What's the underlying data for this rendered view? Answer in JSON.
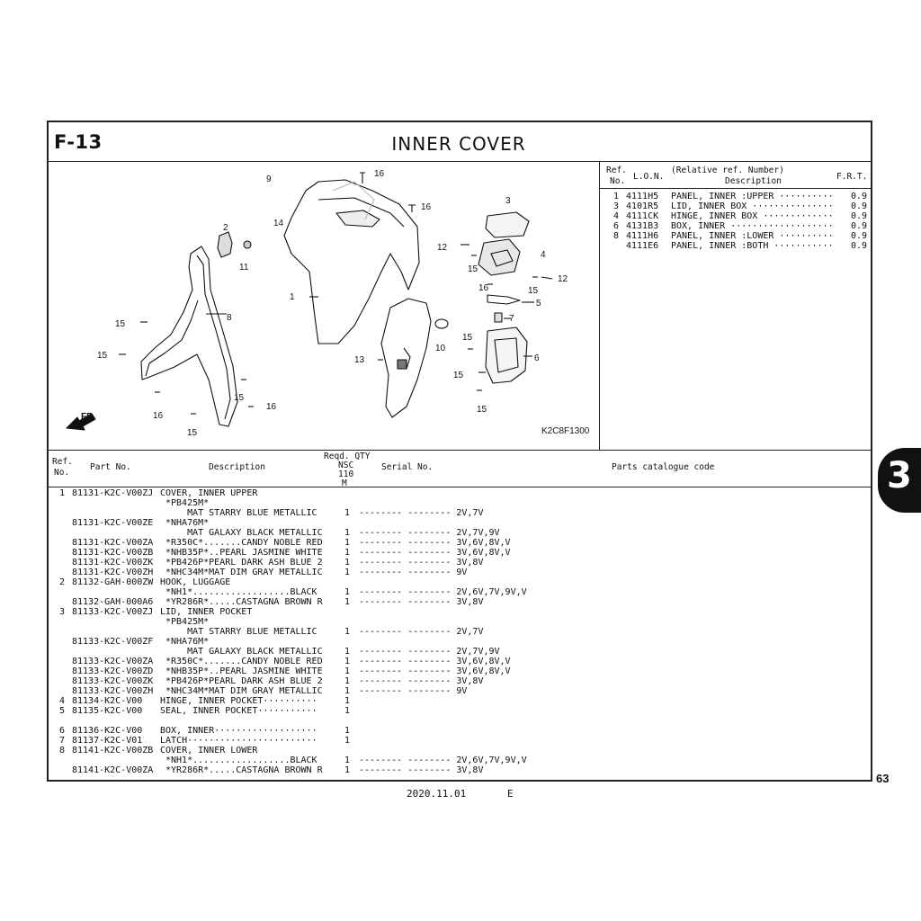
{
  "header": {
    "code": "F-13",
    "title": "INNER COVER"
  },
  "diagram": {
    "image_code": "K2C8F1300",
    "fr_label": "FR.",
    "callouts": [
      "9",
      "16",
      "16",
      "3",
      "2",
      "11",
      "14",
      "12",
      "4",
      "15",
      "15",
      "12",
      "16",
      "5",
      "1",
      "7",
      "15",
      "8",
      "10",
      "15",
      "15",
      "13",
      "6",
      "15",
      "16",
      "16",
      "15",
      "15"
    ]
  },
  "frt": {
    "headers": {
      "ref": "Ref.",
      "no": "No.",
      "lon": "L.O.N.",
      "rel": "(Relative ref. Number)",
      "desc": "Description",
      "frt": "F.R.T."
    },
    "rows": [
      {
        "ref": "1",
        "lon": "4111H5",
        "desc": "PANEL, INNER :UPPER ··········",
        "frt": "0.9"
      },
      {
        "ref": "3",
        "lon": "4101R5",
        "desc": "LID, INNER BOX ···············",
        "frt": "0.9"
      },
      {
        "ref": "4",
        "lon": "4111CK",
        "desc": "HINGE, INNER BOX ·············",
        "frt": "0.9"
      },
      {
        "ref": "6",
        "lon": "4131B3",
        "desc": "BOX, INNER ···················",
        "frt": "0.9"
      },
      {
        "ref": "8",
        "lon": "4111H6",
        "desc": "PANEL, INNER :LOWER ··········",
        "frt": "0.9"
      },
      {
        "ref": "",
        "lon": "4111E6",
        "desc": "PANEL, INNER :BOTH ···········",
        "frt": "0.9"
      }
    ]
  },
  "parts_header": {
    "ref": "Ref.",
    "no": "No.",
    "part_no": "Part No.",
    "desc": "Description",
    "reqd": "Reqd. QTY",
    "nsc": "NSC",
    "q110": "110",
    "m": "M",
    "serial": "Serial No.",
    "catalogue": "Parts catalogue code"
  },
  "parts": [
    {
      "ref": "1",
      "part": "81131-K2C-V00ZJ",
      "desc": "COVER, INNER UPPER",
      "qty": "",
      "serial": ""
    },
    {
      "ref": "",
      "part": "",
      "desc": "*PB425M*",
      "qty": "",
      "serial": ""
    },
    {
      "ref": "",
      "part": "",
      "desc": "    MAT STARRY BLUE METALLIC",
      "qty": "1",
      "serial": "-------- -------- 2V,7V"
    },
    {
      "ref": "",
      "part": "81131-K2C-V00ZE",
      "desc": "*NHA76M*",
      "qty": "",
      "serial": ""
    },
    {
      "ref": "",
      "part": "",
      "desc": "    MAT GALAXY BLACK METALLIC",
      "qty": "1",
      "serial": "-------- -------- 2V,7V,9V"
    },
    {
      "ref": "",
      "part": "81131-K2C-V00ZA",
      "desc": "*R350C*.......CANDY NOBLE RED",
      "qty": "1",
      "serial": "-------- -------- 3V,6V,8V,V"
    },
    {
      "ref": "",
      "part": "81131-K2C-V00ZB",
      "desc": "*NHB35P*..PEARL JASMINE WHITE",
      "qty": "1",
      "serial": "-------- -------- 3V,6V,8V,V"
    },
    {
      "ref": "",
      "part": "81131-K2C-V00ZK",
      "desc": "*PB426P*PEARL DARK ASH BLUE 2",
      "qty": "1",
      "serial": "-------- -------- 3V,8V"
    },
    {
      "ref": "",
      "part": "81131-K2C-V00ZH",
      "desc": "*NHC34M*MAT DIM GRAY METALLIC",
      "qty": "1",
      "serial": "-------- -------- 9V"
    },
    {
      "ref": "2",
      "part": "81132-GAH-000ZW",
      "desc": "HOOK, LUGGAGE",
      "qty": "",
      "serial": ""
    },
    {
      "ref": "",
      "part": "",
      "desc": "*NH1*..................BLACK",
      "qty": "1",
      "serial": "-------- -------- 2V,6V,7V,9V,V"
    },
    {
      "ref": "",
      "part": "81132-GAH-000A6",
      "desc": "*YR286R*.....CASTAGNA BROWN R",
      "qty": "1",
      "serial": "-------- -------- 3V,8V"
    },
    {
      "ref": "3",
      "part": "81133-K2C-V00ZJ",
      "desc": "LID, INNER POCKET",
      "qty": "",
      "serial": ""
    },
    {
      "ref": "",
      "part": "",
      "desc": "*PB425M*",
      "qty": "",
      "serial": ""
    },
    {
      "ref": "",
      "part": "",
      "desc": "    MAT STARRY BLUE METALLIC",
      "qty": "1",
      "serial": "-------- -------- 2V,7V"
    },
    {
      "ref": "",
      "part": "81133-K2C-V00ZF",
      "desc": "*NHA76M*",
      "qty": "",
      "serial": ""
    },
    {
      "ref": "",
      "part": "",
      "desc": "    MAT GALAXY BLACK METALLIC",
      "qty": "1",
      "serial": "-------- -------- 2V,7V,9V"
    },
    {
      "ref": "",
      "part": "81133-K2C-V00ZA",
      "desc": "*R350C*.......CANDY NOBLE RED",
      "qty": "1",
      "serial": "-------- -------- 3V,6V,8V,V"
    },
    {
      "ref": "",
      "part": "81133-K2C-V00ZD",
      "desc": "*NHB35P*..PEARL JASMINE WHITE",
      "qty": "1",
      "serial": "-------- -------- 3V,6V,8V,V"
    },
    {
      "ref": "",
      "part": "81133-K2C-V00ZK",
      "desc": "*PB426P*PEARL DARK ASH BLUE 2",
      "qty": "1",
      "serial": "-------- -------- 3V,8V"
    },
    {
      "ref": "",
      "part": "81133-K2C-V00ZH",
      "desc": "*NHC34M*MAT DIM GRAY METALLIC",
      "qty": "1",
      "serial": "-------- -------- 9V"
    },
    {
      "ref": "4",
      "part": "81134-K2C-V00",
      "desc": "HINGE, INNER POCKET··········",
      "qty": "1",
      "serial": ""
    },
    {
      "ref": "5",
      "part": "81135-K2C-V00",
      "desc": "SEAL, INNER POCKET···········",
      "qty": "1",
      "serial": ""
    },
    {
      "ref": "",
      "part": "",
      "desc": "",
      "qty": "",
      "serial": ""
    },
    {
      "ref": "6",
      "part": "81136-K2C-V00",
      "desc": "BOX, INNER···················",
      "qty": "1",
      "serial": ""
    },
    {
      "ref": "7",
      "part": "81137-K2C-V01",
      "desc": "LATCH························",
      "qty": "1",
      "serial": ""
    },
    {
      "ref": "8",
      "part": "81141-K2C-V00ZB",
      "desc": "COVER, INNER LOWER",
      "qty": "",
      "serial": ""
    },
    {
      "ref": "",
      "part": "",
      "desc": "*NH1*..................BLACK",
      "qty": "1",
      "serial": "-------- -------- 2V,6V,7V,9V,V"
    },
    {
      "ref": "",
      "part": "81141-K2C-V00ZA",
      "desc": "*YR286R*.....CASTAGNA BROWN R",
      "qty": "1",
      "serial": "-------- -------- 3V,8V"
    }
  ],
  "side_tab": "3",
  "page_number": "63",
  "footer": {
    "date": "2020.11.01",
    "edition": "E"
  }
}
